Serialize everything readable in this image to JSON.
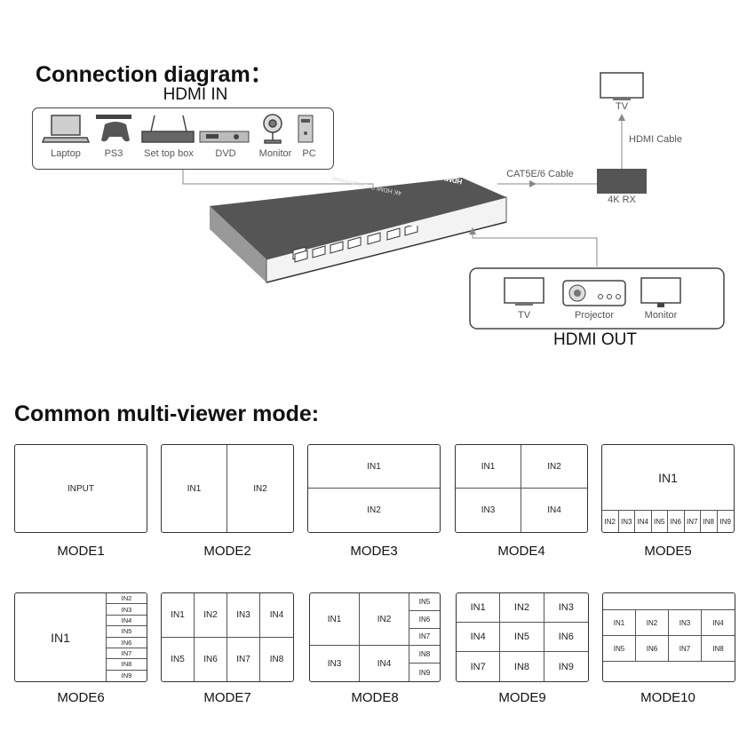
{
  "connection_title": "Connection diagram：",
  "hdmi_in_title": "HDMI IN",
  "hdmi_out_title": "HDMI OUT",
  "sources": [
    "Laptop",
    "PS3",
    "Set top box",
    "DVD",
    "Monitor",
    "PC"
  ],
  "outputs": [
    "TV",
    "Projector",
    "Monitor"
  ],
  "cat_cable_label": "CAT5E/6 Cable",
  "hdmi_cable_label": "HDMI Cable",
  "receiver_label": "4K RX",
  "remote_tv_label": "TV",
  "device_name": "4K HDMI 9x1 Multi-viewer",
  "device_brand": "HDMI",
  "modes_title": "Common multi-viewer mode:",
  "modes": [
    {
      "label": "MODE1",
      "cells": [
        "INPUT"
      ]
    },
    {
      "label": "MODE2",
      "cells": [
        "IN1",
        "IN2"
      ]
    },
    {
      "label": "MODE3",
      "cells": [
        "IN1",
        "IN2"
      ]
    },
    {
      "label": "MODE4",
      "cells": [
        "IN1",
        "IN2",
        "IN3",
        "IN4"
      ]
    },
    {
      "label": "MODE5",
      "cells": [
        "IN1",
        "IN2",
        "IN3",
        "IN4",
        "IN5",
        "IN6",
        "IN7",
        "IN8",
        "IN9"
      ]
    },
    {
      "label": "MODE6",
      "cells": [
        "IN1",
        "IN2",
        "IN3",
        "IN4",
        "IN5",
        "IN6",
        "IN7",
        "IN8",
        "IN9"
      ]
    },
    {
      "label": "MODE7",
      "cells": [
        "IN1",
        "IN2",
        "IN3",
        "IN4",
        "IN5",
        "IN6",
        "IN7",
        "IN8"
      ]
    },
    {
      "label": "MODE8",
      "cells": [
        "IN1",
        "IN2",
        "IN3",
        "IN4",
        "IN5",
        "IN6",
        "IN7",
        "IN8",
        "IN9"
      ]
    },
    {
      "label": "MODE9",
      "cells": [
        "IN1",
        "IN2",
        "IN3",
        "IN4",
        "IN5",
        "IN6",
        "IN7",
        "IN8",
        "IN9"
      ]
    },
    {
      "label": "MODE10",
      "cells": [
        "IN1",
        "IN2",
        "IN3",
        "IN4",
        "IN5",
        "IN6",
        "IN7",
        "IN8"
      ]
    }
  ]
}
